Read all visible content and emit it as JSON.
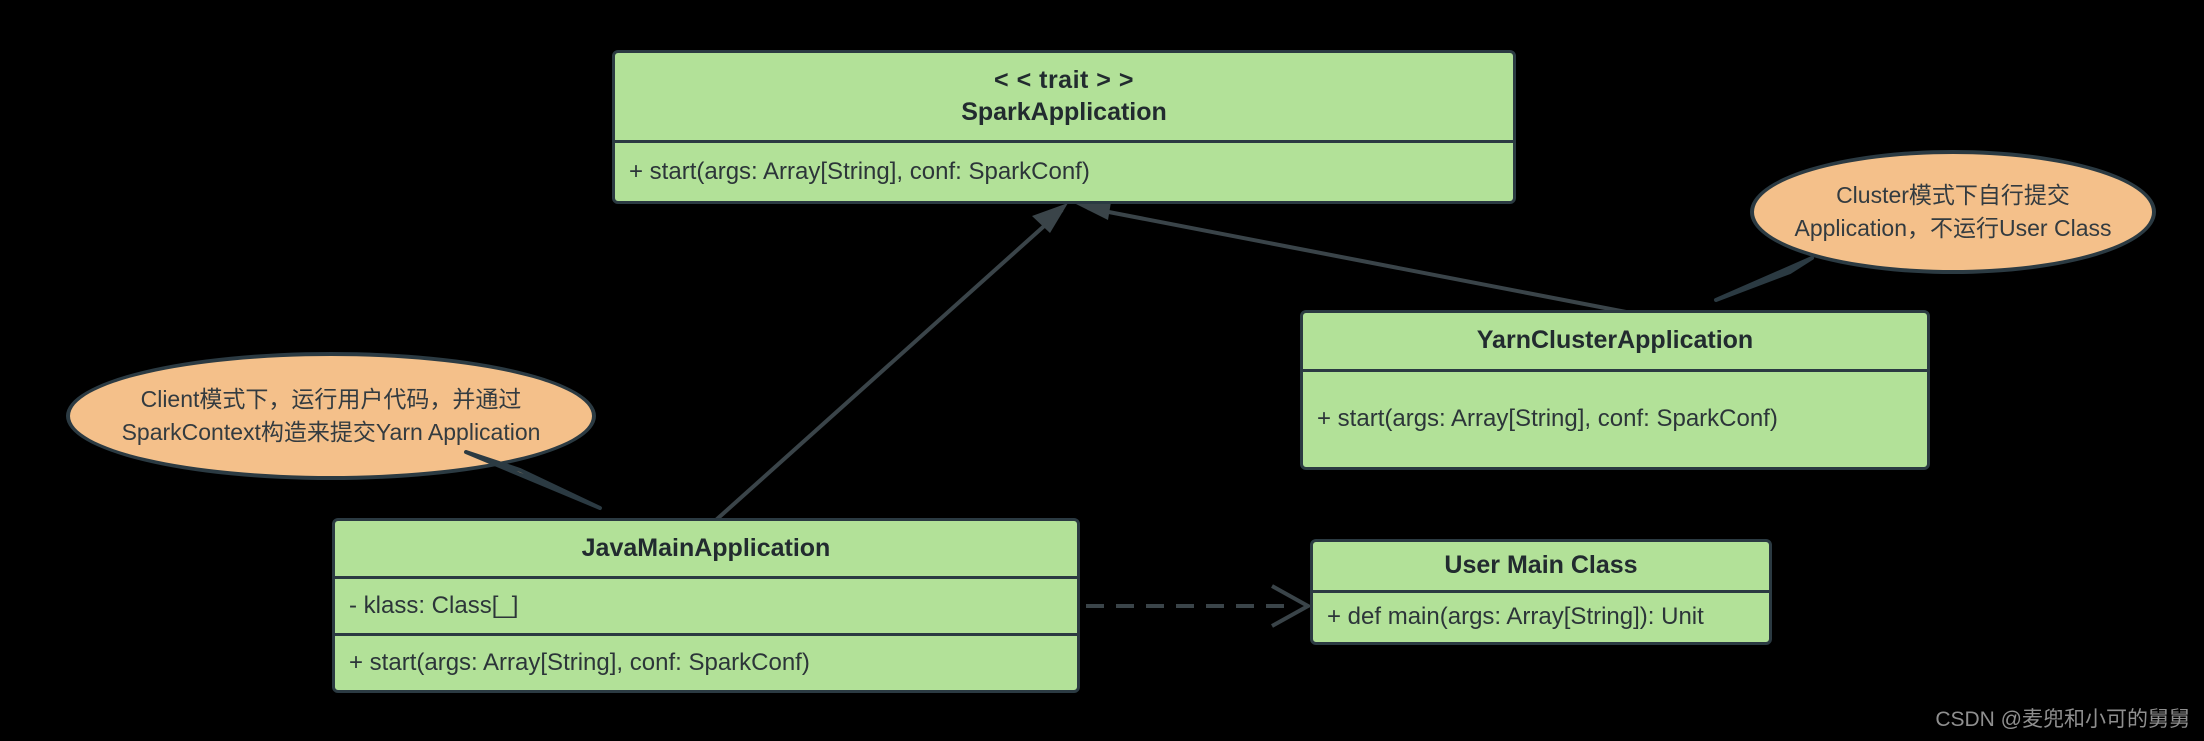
{
  "diagram": {
    "title": "Spark Application UML class diagram",
    "background_color": "#000000",
    "class_fill_color": "#b2e198",
    "class_stroke_color": "#2b3a42",
    "note_fill_color": "#f4c08a",
    "edge_color": "#3a4449"
  },
  "classes": {
    "spark_application": {
      "stereotype": "< < trait > >",
      "name": "SparkApplication",
      "method": "+ start(args: Array[String], conf: SparkConf)"
    },
    "yarn_cluster_application": {
      "name": "YarnClusterApplication",
      "method": "+ start(args: Array[String], conf: SparkConf)"
    },
    "java_main_application": {
      "name": "JavaMainApplication",
      "field": "- klass: Class[_]",
      "method": "+ start(args: Array[String], conf: SparkConf)"
    },
    "user_main_class": {
      "name": "User Main Class",
      "method": "+ def main(args: Array[String]): Unit"
    }
  },
  "notes": {
    "client_mode": {
      "line1": "Client模式下，运行用户代码，并通过",
      "line2": "SparkContext构造来提交Yarn Application"
    },
    "cluster_mode": {
      "line1": "Cluster模式下自行提交",
      "line2": "Application，不运行User Class"
    }
  },
  "relations": [
    {
      "name": "java-main-extends-spark-application",
      "type": "inheritance",
      "from": "JavaMainApplication",
      "to": "SparkApplication"
    },
    {
      "name": "yarn-cluster-extends-spark-application",
      "type": "inheritance",
      "from": "YarnClusterApplication",
      "to": "SparkApplication"
    },
    {
      "name": "java-main-uses-user-main-class",
      "type": "dependency",
      "from": "JavaMainApplication",
      "to": "User Main Class"
    }
  ],
  "watermark": {
    "text": "CSDN @麦兜和小可的舅舅"
  }
}
